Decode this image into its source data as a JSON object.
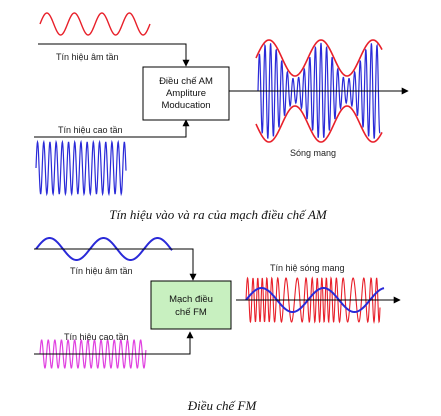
{
  "am": {
    "audio_label": "Tín hiệu âm tần",
    "carrier_label": "Tín hiệu cao tần",
    "box_lines": [
      "Điều chế AM",
      "Ampliture",
      "Moducation"
    ],
    "output_label": "Sóng mang",
    "caption": "Tín hiệu vào và ra của mạch điều chế AM"
  },
  "fm": {
    "audio_label": "Tín hiệu âm tần",
    "carrier_label": "Tín hiệu cao tần",
    "box_lines": [
      "Mạch điều",
      "chế FM"
    ],
    "output_label": "Tín hiệ sóng mang",
    "caption": "Điều chế FM"
  },
  "colors": {
    "red": "#e8202a",
    "blue": "#2a2ad8",
    "magenta": "#e040e0",
    "fm_box": "#c8f0c0",
    "line": "#000000"
  }
}
